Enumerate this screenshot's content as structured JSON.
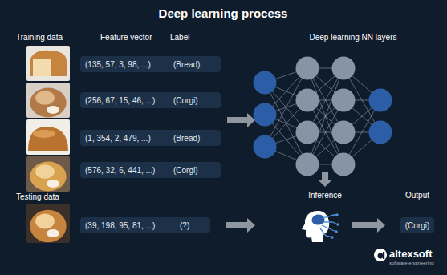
{
  "diagram": {
    "title": "Deep learning process",
    "nodes": [
      {
        "text": [
          "(135, 57, 3, 98, ...)",
          "(Bread)"
        ]
      },
      {
        "text": [
          "(256, 67, 15, 46, ...)",
          "(Corgi)"
        ]
      },
      {
        "text": [
          "(1, 354, 2, 479, ...)",
          "(Bread)"
        ]
      },
      {
        "text": [
          "(576, 32, 6, 441, ...)",
          "(Corgi)"
        ]
      },
      {
        "text": [
          "(39, 198, 95, 81, ...)",
          "(?)"
        ]
      },
      {
        "text": [
          "(Corgi)"
        ]
      }
    ],
    "labels": [
      "Training data",
      "Feature vector",
      "Label",
      "Deep learning NN layers",
      "Testing data",
      "Inference",
      "Output",
      "altexsoft",
      "software engineering"
    ]
  }
}
